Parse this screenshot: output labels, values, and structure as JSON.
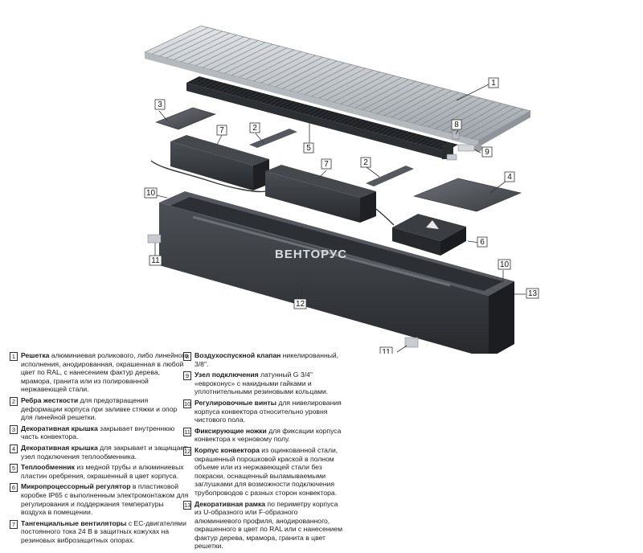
{
  "callouts": [
    "1",
    "2",
    "3",
    "4",
    "5",
    "6",
    "7",
    "8",
    "9",
    "10",
    "11",
    "12",
    "13"
  ],
  "watermark": "ВЕНТОРУС",
  "legend_left": [
    {
      "num": "1",
      "title": "Решетка",
      "text": " алюминиевая роликового, либо линейного исполнения, анодированная, окрашенная в любой цвет по RAL, с нанесением фактур дерева, мрамора, гранита или из полированной нержавеющей стали."
    },
    {
      "num": "2",
      "title": "Ребра жесткости",
      "text": " для предотвращения деформации корпуса при заливке стяжки и опор для линейной решетки."
    },
    {
      "num": "3",
      "title": "Декоративная крышка",
      "text": " закрывает внутреннюю часть конвектора."
    },
    {
      "num": "4",
      "title": "Декоративная крышка",
      "text": " для закрывает и защищает узел подключения теплообменника."
    },
    {
      "num": "5",
      "title": "Теплообменник",
      "text": " из медной трубы и алюминиевых пластин оребрения, окрашенный в цвет корпуса."
    },
    {
      "num": "6",
      "title": "Микропроцессорный регулятор",
      "text": " в пластиковой коробке IP65 с выполненным электромонтажом для регулирования и поддержания температуры воздуха в помещении."
    },
    {
      "num": "7",
      "title": "Тангенциальные вентиляторы",
      "text": " с ЕС-двигателями постоянного тока 24 В в защитных кожухах на резиновых виброзащитных опорах."
    }
  ],
  "legend_right": [
    {
      "num": "8",
      "title": "Воздухоспускной клапан",
      "text": " никелированный, 3/8\"."
    },
    {
      "num": "9",
      "title": "Узел подключения",
      "text": " латунный G 3/4\" «евроконус» с накидными гайками и уплотнительными резиновыми кольцами."
    },
    {
      "num": "10",
      "title": "Регулировочные винты",
      "text": " для нивелирования корпуса конвектора относительно уровня чистового пола."
    },
    {
      "num": "11",
      "title": "Фиксирующие ножки",
      "text": " для фиксации корпуса конвектора к черновому полу."
    },
    {
      "num": "12",
      "title": "Корпус конвектора",
      "text": " из оцинкованной стали, окрашенный порошковой краской в полном объеме или из нержавеющей стали без покраски, оснащенный выламываемыми заглушками для возможности подключения трубопроводов с разных сторон конвектора."
    },
    {
      "num": "13",
      "title": "Декоративная рамка",
      "text": " по периметру корпуса из U-образного или F-образного алюминиевого профиля, анодированного, окрашенного в цвет по RAL или с нанесением фактур дерева, мрамора, гранита в цвет решетки."
    }
  ]
}
